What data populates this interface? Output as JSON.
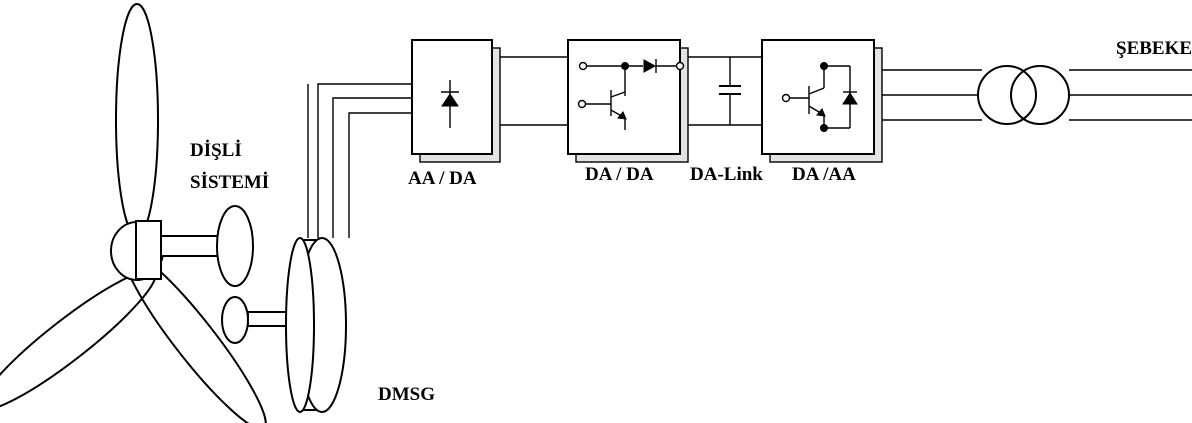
{
  "labels": {
    "gearbox_line1": "DİŞLİ",
    "gearbox_line2": "SİSTEMİ",
    "generator": "DMSG",
    "rectifier": "AA / DA",
    "boost": "DA / DA",
    "dclink": "DA-Link",
    "inverter": "DA /AA",
    "grid": "ŞEBEKE"
  }
}
